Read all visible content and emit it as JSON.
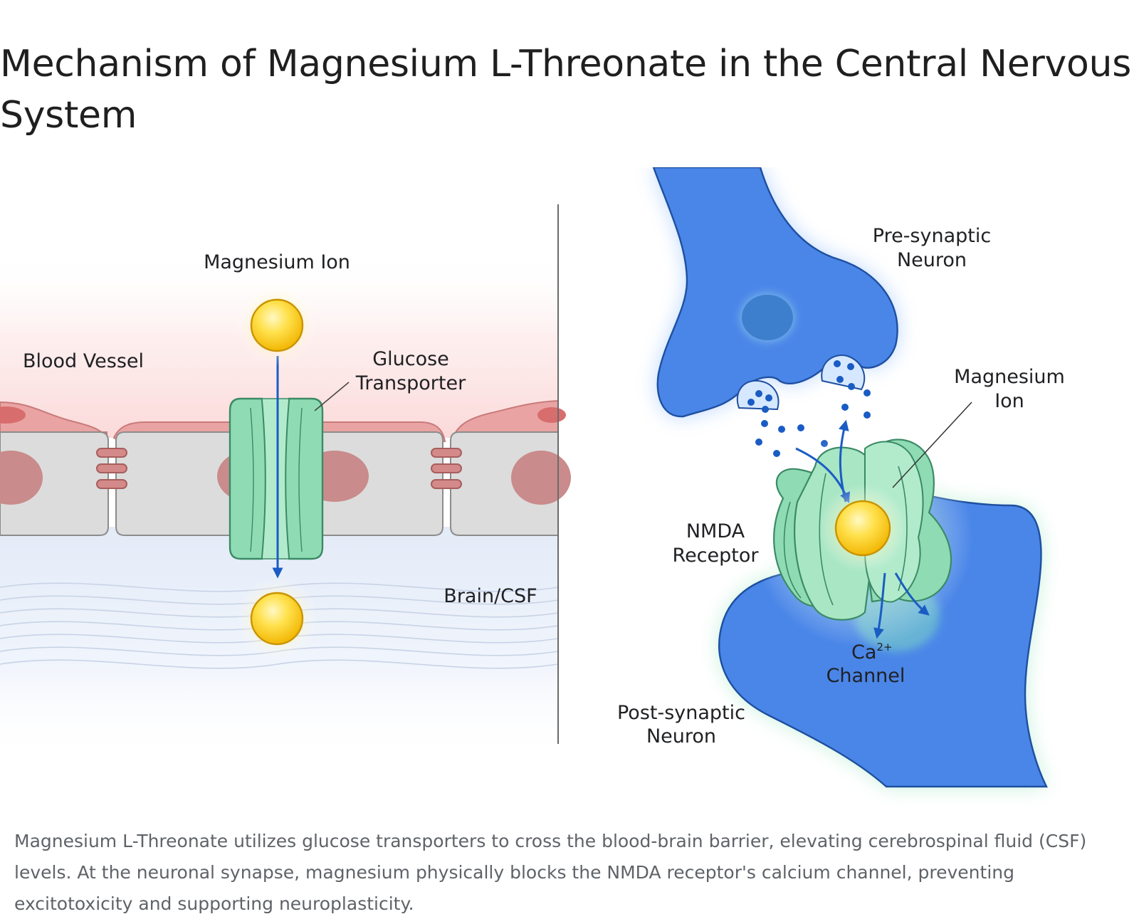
{
  "title": "Mechanism of Magnesium L-Threonate in the Central Nervous System",
  "diagram": {
    "left_panel": {
      "label_magnesium_ion": "Magnesium Ion",
      "label_blood_vessel": "Blood Vessel",
      "label_glucose": "Glucose",
      "label_transporter": "Transporter",
      "label_brain_csf": "Brain/CSF"
    },
    "right_panel": {
      "label_pre_1": "Pre-synaptic",
      "label_pre_2": "Neuron",
      "label_mg_1": "Magnesium",
      "label_mg_2": "Ion",
      "label_nmda_1": "NMDA",
      "label_nmda_2": "Receptor",
      "label_ca_base": "Ca",
      "label_ca_sup": "2+",
      "label_channel": "Channel",
      "label_post_1": "Post-synaptic",
      "label_post_2": "Neuron"
    },
    "colors": {
      "neuron_blue": "#4a86e8",
      "receptor_green": "#8fdcb4",
      "ion_yellow": "#ffd23f",
      "vessel_red": "#e8a0a0",
      "cell_grey": "#dcdcdc",
      "arrow_blue": "#1a5cc4"
    }
  },
  "caption": "Magnesium L-Threonate utilizes glucose transporters to cross the blood-brain barrier, elevating cerebrospinal fluid (CSF) levels. At the neuronal synapse, magnesium physically blocks the NMDA receptor's calcium channel, preventing excitotoxicity and supporting neuroplasticity."
}
